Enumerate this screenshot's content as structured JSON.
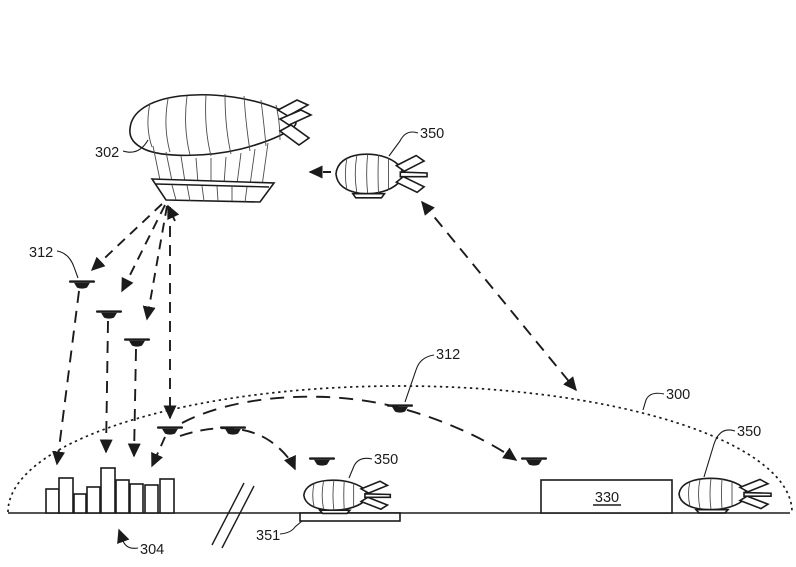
{
  "figure": {
    "labels": {
      "l302": "302",
      "l312_left": "312",
      "l312_center": "312",
      "l350_top": "350",
      "l350_middle": "350",
      "l350_right": "350",
      "l300": "300",
      "l330": "330",
      "l351": "351",
      "l304": "304"
    }
  }
}
